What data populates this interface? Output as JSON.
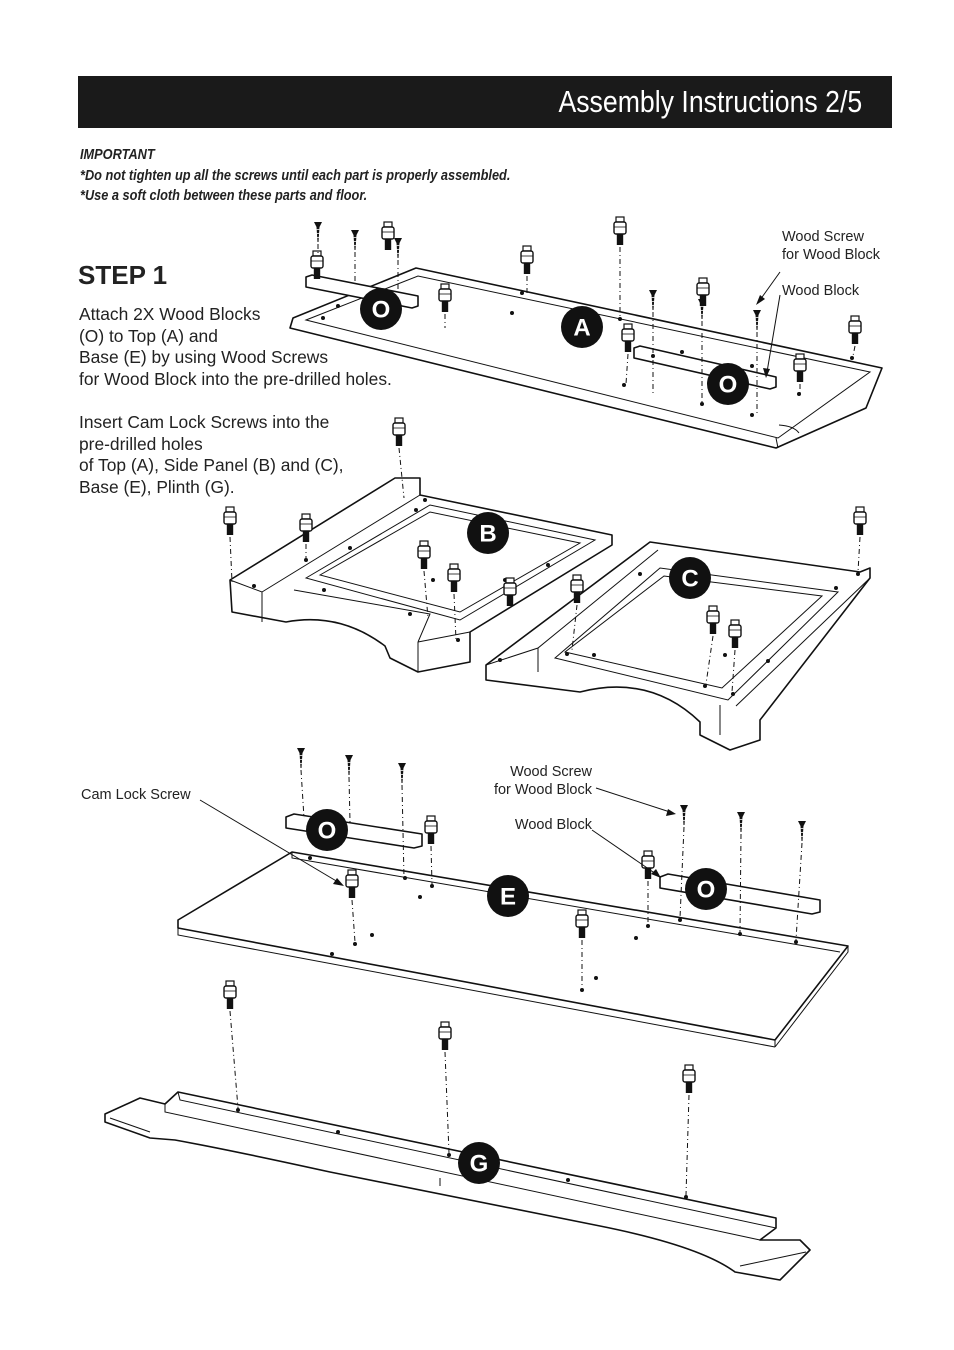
{
  "header": {
    "title": "Assembly Instructions 2/5"
  },
  "important": {
    "heading": "IMPORTANT",
    "lines": [
      "*Do not tighten up all the screws until each part is properly assembled.",
      "*Use a soft cloth between these parts and floor."
    ]
  },
  "step": {
    "title": "STEP 1",
    "paragraph1": [
      "Attach 2X Wood Blocks",
      "(O) to Top (A) and",
      "Base (E) by using Wood Screws",
      "for Wood Block into the pre-drilled holes."
    ],
    "paragraph2": [
      "Insert Cam Lock Screws into the",
      "pre-drilled holes",
      "of Top (A), Side Panel (B) and (C),",
      "Base (E), Plinth (G)."
    ]
  },
  "callouts": {
    "top_wood_screw": [
      "Wood Screw",
      "for Wood Block"
    ],
    "top_wood_block": "Wood Block",
    "cam_lock_screw": "Cam Lock Screw",
    "mid_wood_screw": [
      "Wood Screw",
      "for Wood Block"
    ],
    "mid_wood_block": "Wood Block"
  },
  "part_labels": {
    "A": "A",
    "B": "B",
    "C": "C",
    "E": "E",
    "G": "G",
    "O": "O"
  }
}
